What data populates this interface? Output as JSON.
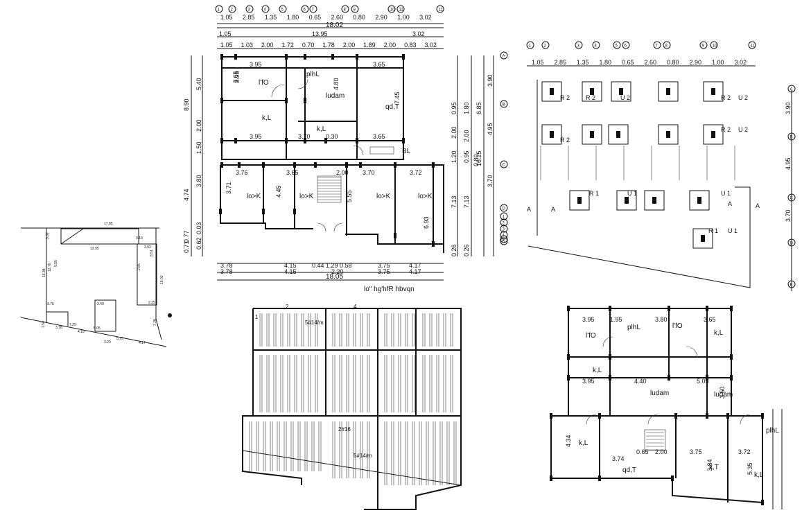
{
  "main_plan": {
    "grid_labels": [
      "1",
      "2",
      "3",
      "4",
      "5",
      "6",
      "7",
      "8",
      "9",
      "10",
      "11"
    ],
    "top_dims_row1": [
      "1.05",
      "2.85",
      "1.35",
      "1.80",
      "0.65",
      "2.60",
      "0.80",
      "2.90",
      "1.00",
      "3.02"
    ],
    "top_total": "18.02",
    "top_dims_row2": [
      "1.05",
      "13.95",
      "3.02"
    ],
    "top_dims_row3": [
      "1.05",
      "1.03",
      "2.00",
      "1.72",
      "0.70",
      "1.78",
      "2.00",
      "1.89",
      "2.00",
      "0.83",
      "3.02"
    ],
    "rooms": [
      {
        "label": "l'fO"
      },
      {
        "label": "plhL"
      },
      {
        "label": "ludam"
      },
      {
        "label": "k,L"
      },
      {
        "label": "k,L"
      },
      {
        "label": "qd,T"
      },
      {
        "label": "lo>K"
      },
      {
        "label": "lo>K"
      },
      {
        "label": "lo>K"
      },
      {
        "label": "lo>K"
      },
      {
        "label": "BL"
      }
    ],
    "room_dims": [
      "3.95",
      "3.95",
      "3.65",
      "3.95",
      "3.70",
      "3.65",
      "4.80",
      "7.45",
      "3.65",
      "3.76",
      "3.65",
      "3.70",
      "3.72",
      "3.71",
      "4.45",
      "5.55",
      "6.93",
      "2.00",
      "0.30"
    ],
    "left_dims": [
      "8.90",
      "5.40",
      "2.00",
      "1.50",
      "4.74",
      "3.80",
      "0.71",
      "0.77",
      "0.62",
      "0.03"
    ],
    "right_dims": [
      "1.20",
      "2.00",
      "0.95",
      "1.80",
      "2.00",
      "0.95",
      "0.80",
      "7.13",
      "7.13",
      "16.25",
      "6.85",
      "3.90",
      "4.95",
      "3.70",
      "0.26",
      "0.26"
    ],
    "bottom_dims_row1": [
      "3.78",
      "4.15",
      "0.44",
      "1.29",
      "0.58",
      "3.75",
      "4.17"
    ],
    "bottom_dims_row2": [
      "3.78",
      "4.15",
      "2.20",
      "3.75",
      "4.17"
    ],
    "bottom_total": "18.05",
    "caption": "lo\" hg'hfR hbvqn"
  },
  "column_plan": {
    "grid_labels": [
      "1",
      "2",
      "3",
      "4",
      "5",
      "6",
      "7",
      "8",
      "9",
      "10",
      "11"
    ],
    "top_dims": [
      "1.05",
      "2.85",
      "1.35",
      "1.80",
      "0.65",
      "2.60",
      "0.80",
      "2.90",
      "1.00",
      "3.02"
    ],
    "right_axes": [
      "A",
      "B",
      "C",
      "D",
      "E"
    ],
    "right_dims": [
      "3.90",
      "4.95",
      "3.70"
    ],
    "labels": [
      "R 2",
      "U 2",
      "R 1",
      "U 1",
      "A"
    ]
  },
  "site_plan": {
    "dims": [
      "17.85",
      "3.02",
      "13.95",
      "3.10",
      "8.51",
      "3.02",
      "16.38",
      "12.70",
      "5.55",
      "2.40",
      "5.05",
      "3.75",
      "2.85",
      "7.25",
      "3.78",
      "4.15",
      "5.75",
      "4.17",
      "19.02",
      "7.28",
      "1.50",
      "2.25",
      "3.29"
    ]
  },
  "slab_plan": {
    "labels": [
      "2",
      "4",
      "1",
      "5#14/m",
      "2#16",
      "5#14/m"
    ]
  },
  "upper_plan": {
    "rooms": [
      "l'fO",
      "plhL",
      "l'fO",
      "k,L",
      "k,L",
      "ludam",
      "ludam",
      "k,L",
      "plhL",
      "qd,T",
      "k,T",
      "k,L"
    ],
    "dims": [
      "3.95",
      "1.95",
      "3.80",
      "3.65",
      "3.95",
      "4.40",
      "5.05",
      "3.74",
      "0.65",
      "2.00",
      "3.75",
      "3.72",
      "4.34",
      "5.35",
      "3.50",
      "3.84"
    ]
  }
}
